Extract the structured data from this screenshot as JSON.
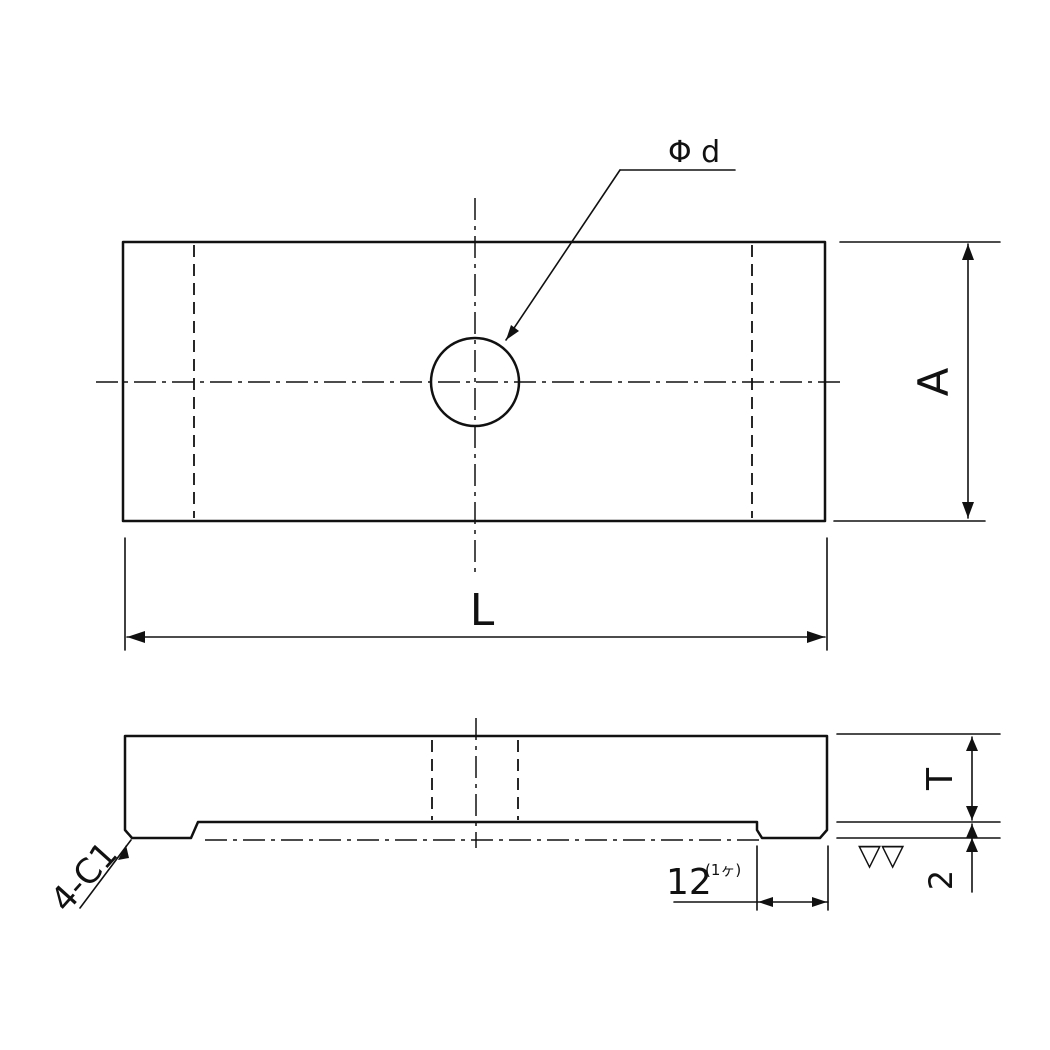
{
  "drawing": {
    "labels": {
      "diameter": "Φ d",
      "width": "A",
      "length": "L",
      "thickness": "T",
      "chamfer": "4-C1",
      "step_length": "12",
      "step_length_note": "(1ヶ)",
      "step_height": "2",
      "finish_symbol": "▽▽"
    }
  }
}
